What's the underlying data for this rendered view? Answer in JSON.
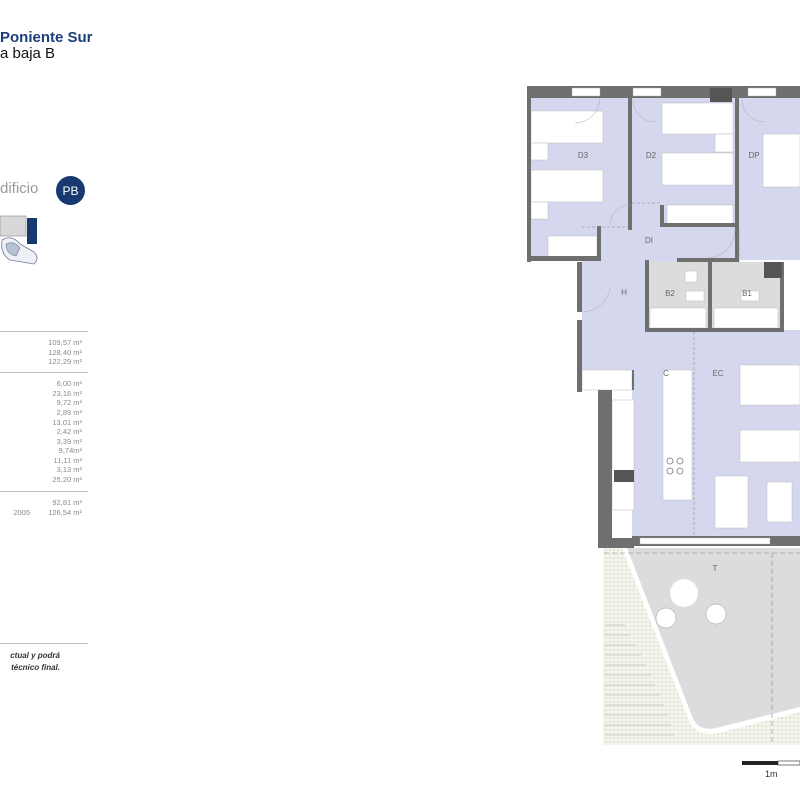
{
  "header": {
    "title": "Poniente Sur",
    "subtitle": "a baja B"
  },
  "building": {
    "label": "dificio",
    "floor_badge": "PB"
  },
  "surfaces_group1": [
    "109,57 m²",
    "128,40 m²",
    "122,29 m²"
  ],
  "surfaces_group2": [
    "6,00 m²",
    "23,16 m²",
    "9,72 m²",
    "2,89 m²",
    "13,01 m²",
    "2,42 m²",
    "3,39 m²",
    "9,74m²",
    "11,11 m²",
    "3,13 m²",
    "25,20 m²"
  ],
  "surfaces_group3": [
    {
      "label": "",
      "value": "92,81 m²"
    },
    {
      "label": "2005",
      "value": "126,54 m²"
    }
  ],
  "note": {
    "line1": "ctual y podrá",
    "line2": "técnico final."
  },
  "rooms": {
    "d3": "D3",
    "d2": "D2",
    "dp": "DP",
    "di": "DI",
    "h": "H",
    "b2": "B2",
    "b1": "B1",
    "c": "C",
    "ec": "EC",
    "t": "T"
  },
  "scale": {
    "label": "1m"
  },
  "colors": {
    "brand": "#1b3f7c",
    "room_fill": "#d5d7ee",
    "wall": "#6f6f6f",
    "wet_room": "#dcdcdc"
  }
}
